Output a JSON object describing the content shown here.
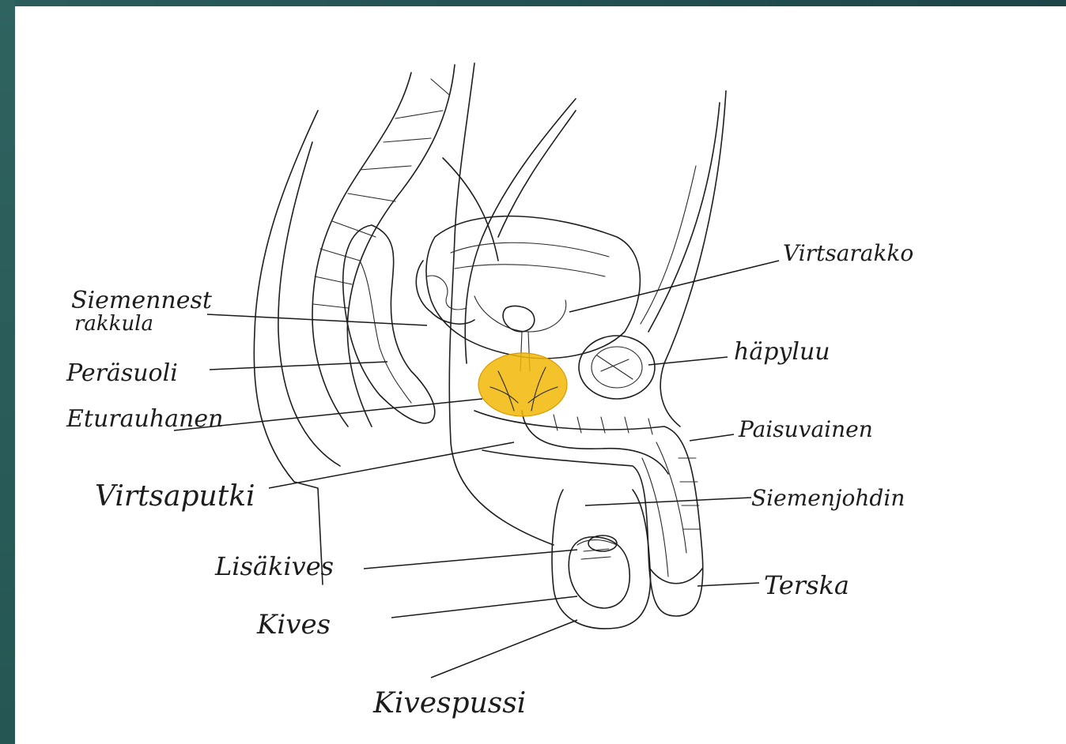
{
  "diagram": {
    "labels": {
      "siemenneste_line1": "Siemennest",
      "siemenneste_line2": "rakkula",
      "perasuoli": "Peräsuoli",
      "eturauhanen": "Eturauhanen",
      "virtsaputki": "Virtsaputki",
      "lisakives": "Lisäkives",
      "kives": "Kives",
      "kivespussi": "Kivespussi",
      "virtsarakko": "Virtsarakko",
      "hapyluu": "häpyluu",
      "paisuvainen": "Paisuvainen",
      "siemenjohdin": "Siemenjohdin",
      "terska": "Terska"
    },
    "colors": {
      "highlight": "#f2b705",
      "ink": "#1f1f1f",
      "paper": "#ffffff",
      "frame": "#2a5d5c"
    },
    "highlighted_organ": "eturauhanen"
  }
}
